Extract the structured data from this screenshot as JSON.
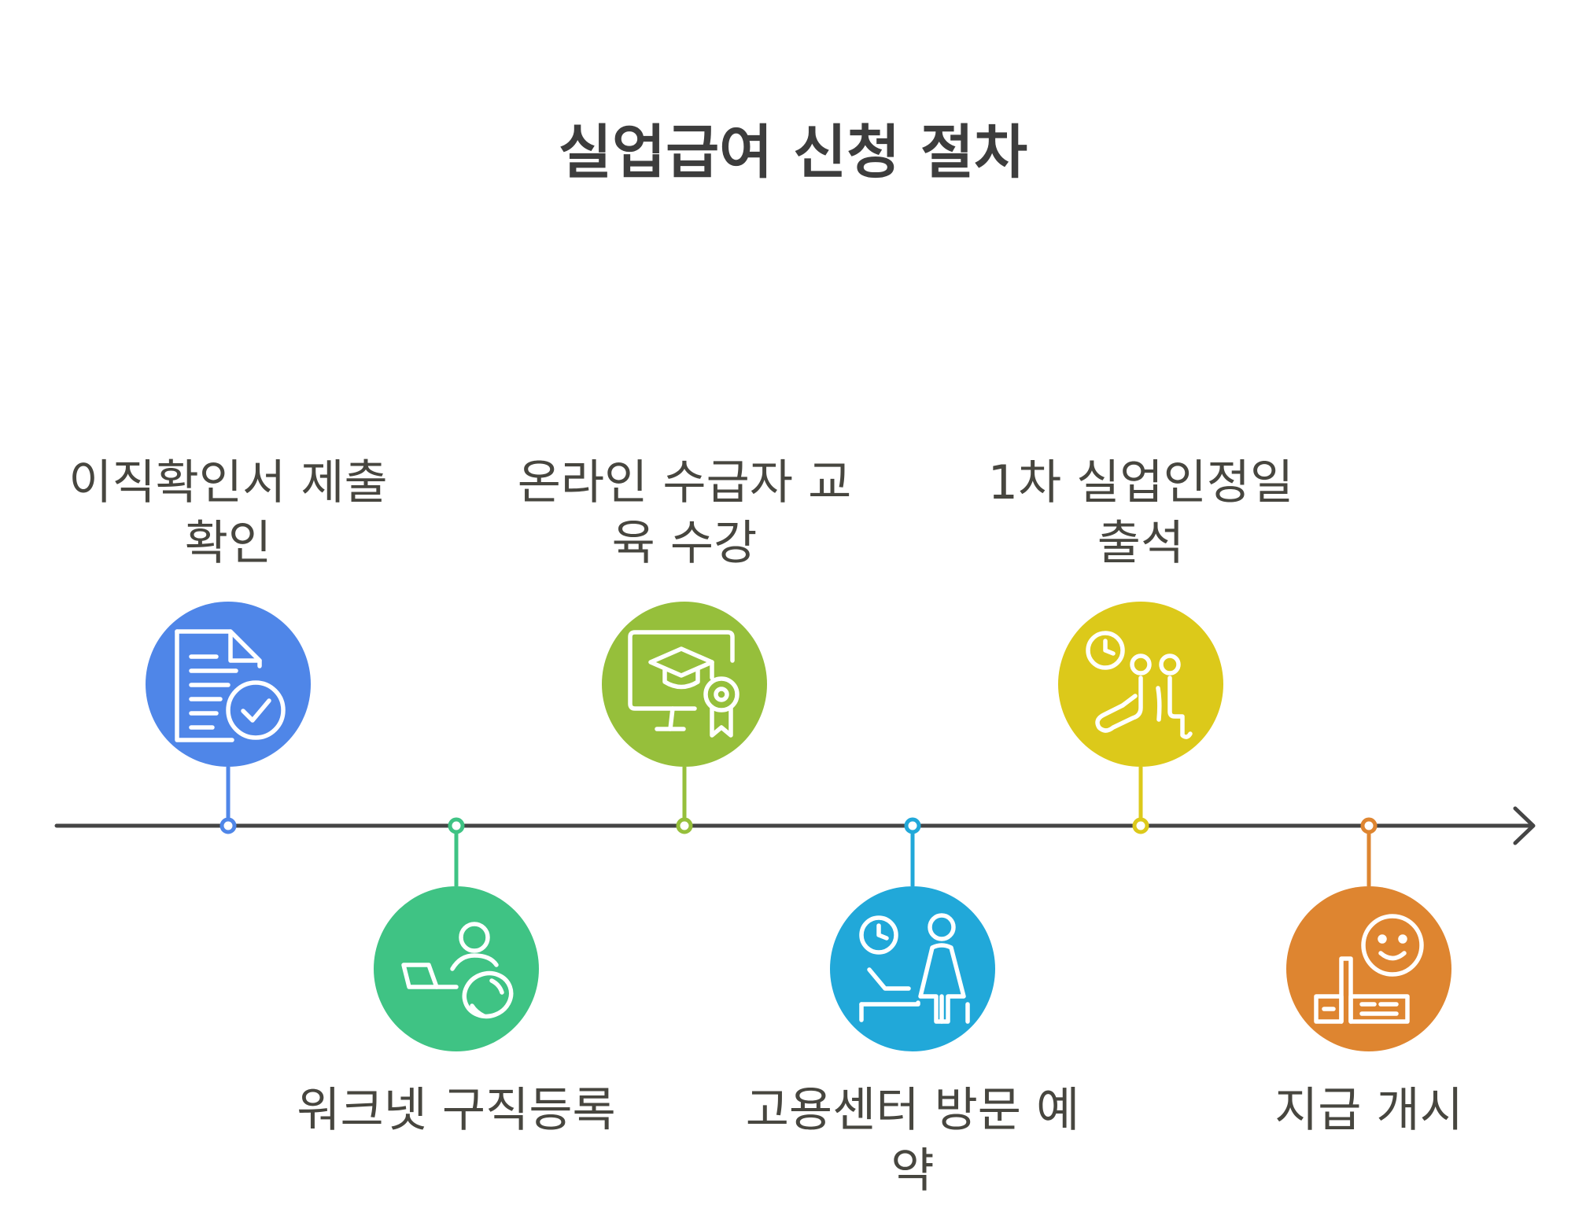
{
  "title": "실업급여 신청 절차",
  "colors": {
    "axis": "#454545",
    "text": "#47463f",
    "background": "#ffffff"
  },
  "steps": [
    {
      "label": "이직확인서 제출 확인",
      "position": "above",
      "color": "#4f86e8",
      "icon": "document-check-icon"
    },
    {
      "label": "워크넷 구직등록",
      "position": "below",
      "color": "#3fc384",
      "icon": "job-search-laptop-icon"
    },
    {
      "label": "온라인 수급자 교육 수강",
      "position": "above",
      "color": "#96bf3b",
      "icon": "online-education-certificate-icon"
    },
    {
      "label": "고용센터 방문 예약",
      "position": "below",
      "color": "#21a8d9",
      "icon": "appointment-visit-icon"
    },
    {
      "label": "1차 실업인정일 출석",
      "position": "above",
      "color": "#dcc91a",
      "icon": "attendance-clock-people-icon"
    },
    {
      "label": "지급 개시",
      "position": "below",
      "color": "#de8530",
      "icon": "payment-smile-icon"
    }
  ]
}
